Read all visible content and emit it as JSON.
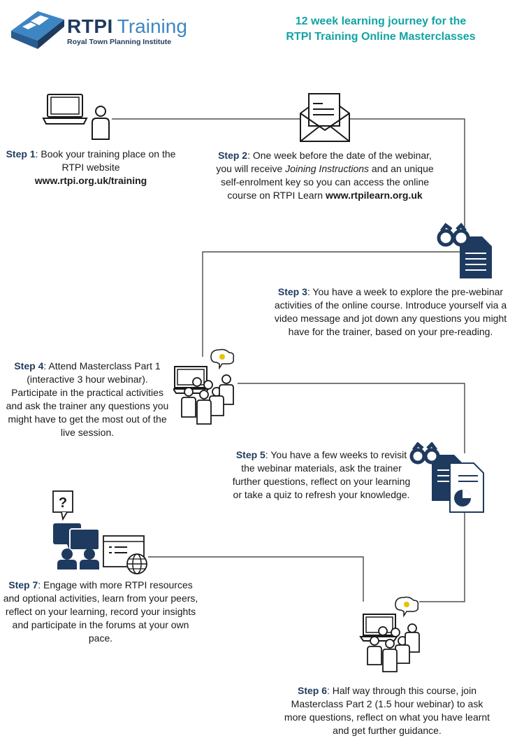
{
  "logo": {
    "brand": "RTPI",
    "product": "Training",
    "subtitle": "Royal Town Planning Institute"
  },
  "title": {
    "line1": "12 week learning journey for the",
    "line2": "RTPI Training Online Masterclasses"
  },
  "steps": [
    {
      "label": "Step 1",
      "parts": [
        ": Book your training place on the RTPI website"
      ],
      "bold_link": "www.rtpi.org.uk/training"
    },
    {
      "label": "Step 2",
      "text_a": ": One week before the date of the webinar, you will receive ",
      "italic": "Joining Instructions",
      "text_b": " and an unique self-enrolment key so you can access the online course on RTPI Learn ",
      "bold_link": "www.rtpilearn.org.uk"
    },
    {
      "label": "Step 3",
      "text": ": You have a week to explore the pre-webinar activities of the online course. Introduce yourself via a video message and jot down any questions you might have for the trainer, based on your pre-reading."
    },
    {
      "label": "Step 4",
      "text": ": Attend Masterclass Part 1 (interactive 3 hour webinar). Participate in the practical activities and ask the trainer any questions you might have to get the most out of the live session."
    },
    {
      "label": "Step 5",
      "text": ": You have a few weeks to revisit the webinar materials, ask the trainer further questions, reflect on your learning or take a quiz to refresh your knowledge."
    },
    {
      "label": "Step 6",
      "text": ": Half way through this course, join Masterclass Part 2 (1.5 hour webinar) to ask more questions, reflect on what you have learnt and get further guidance."
    },
    {
      "label": "Step 7",
      "text": ":  Engage with more RTPI resources and optional activities, learn from your peers, reflect on your learning, record your insights and participate in the forums at your own pace."
    }
  ],
  "icons": [
    "logo-mark-icon",
    "laptop-user-icon",
    "envelope-letter-icon",
    "binoculars-document-icon",
    "webinar-group-icon",
    "binoculars-documents-chart-icon",
    "webinar-group-icon",
    "discussion-forum-icon"
  ],
  "colors": {
    "navy": "#1f3a5f",
    "teal": "#12a3a5",
    "blue": "#3e86c3",
    "line": "#1a2b3c"
  }
}
